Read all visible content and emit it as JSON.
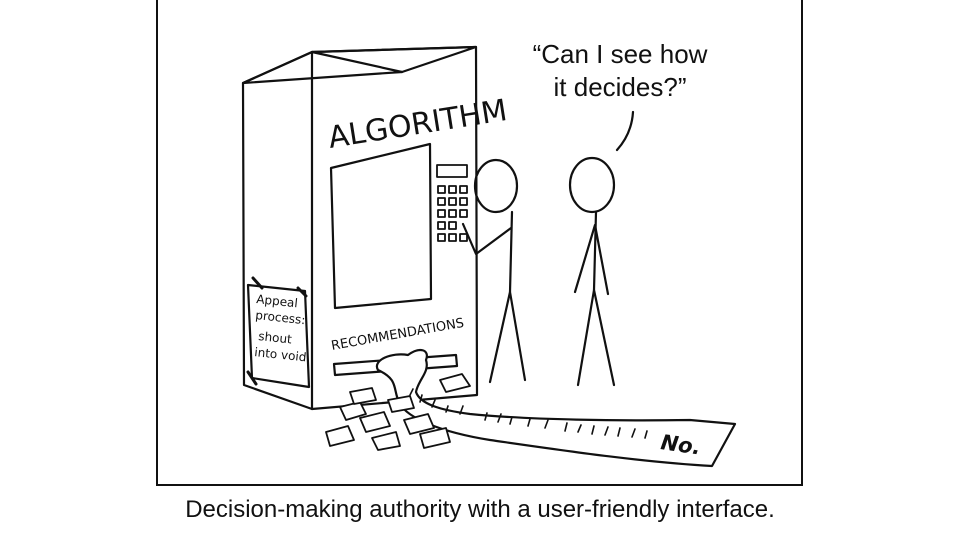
{
  "comic": {
    "machine_label": "ALGORITHM",
    "slot_label": "RECOMMENDATIONS",
    "notice_lines": [
      "Appeal",
      "process:",
      "shout",
      "into void"
    ],
    "speech_line_1": "“Can I see how",
    "speech_line_2": "it decides?”",
    "receipt_text": "No.",
    "caption": "Decision-making authority with a user-friendly interface."
  }
}
